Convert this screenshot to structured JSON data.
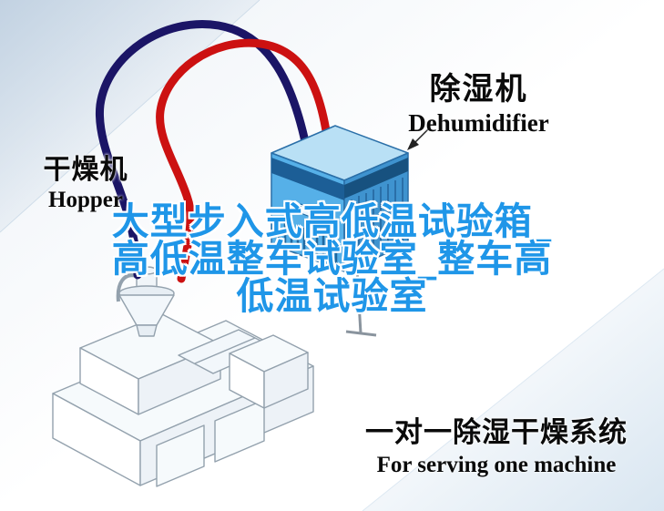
{
  "headline": {
    "line1": "大型步入式高低温试验箱_",
    "line2": "高低温整车试验室_整车高",
    "line3": "低温试验室"
  },
  "labels": {
    "dehumidifier_cn": "除湿机",
    "dehumidifier_en": "Dehumidifier",
    "hopper_cn": "干燥机",
    "hopper_en": "Hopper",
    "system_cn": "一对一除湿干燥系统",
    "system_en": "For serving one machine"
  },
  "graphics": {
    "dehumidifier_unit": "dehumidifier-unit-icon",
    "hopper_dryer": "hopper-dryer-icon",
    "machine": "molding-machine-icon",
    "pipe_red": "red-air-hose",
    "pipe_navy": "navy-air-hose",
    "pointer": "label-pointer-arrow"
  },
  "colors": {
    "headline_blue": "#1f96e8",
    "pipe_red": "#cc1111",
    "pipe_navy": "#1b1566",
    "dehumidifier_front": "#56b0e8",
    "dehumidifier_side": "#3f93cf",
    "dehumidifier_top": "#b9e0f5",
    "label_text": "#000000",
    "machine_line": "#93a1ad"
  }
}
